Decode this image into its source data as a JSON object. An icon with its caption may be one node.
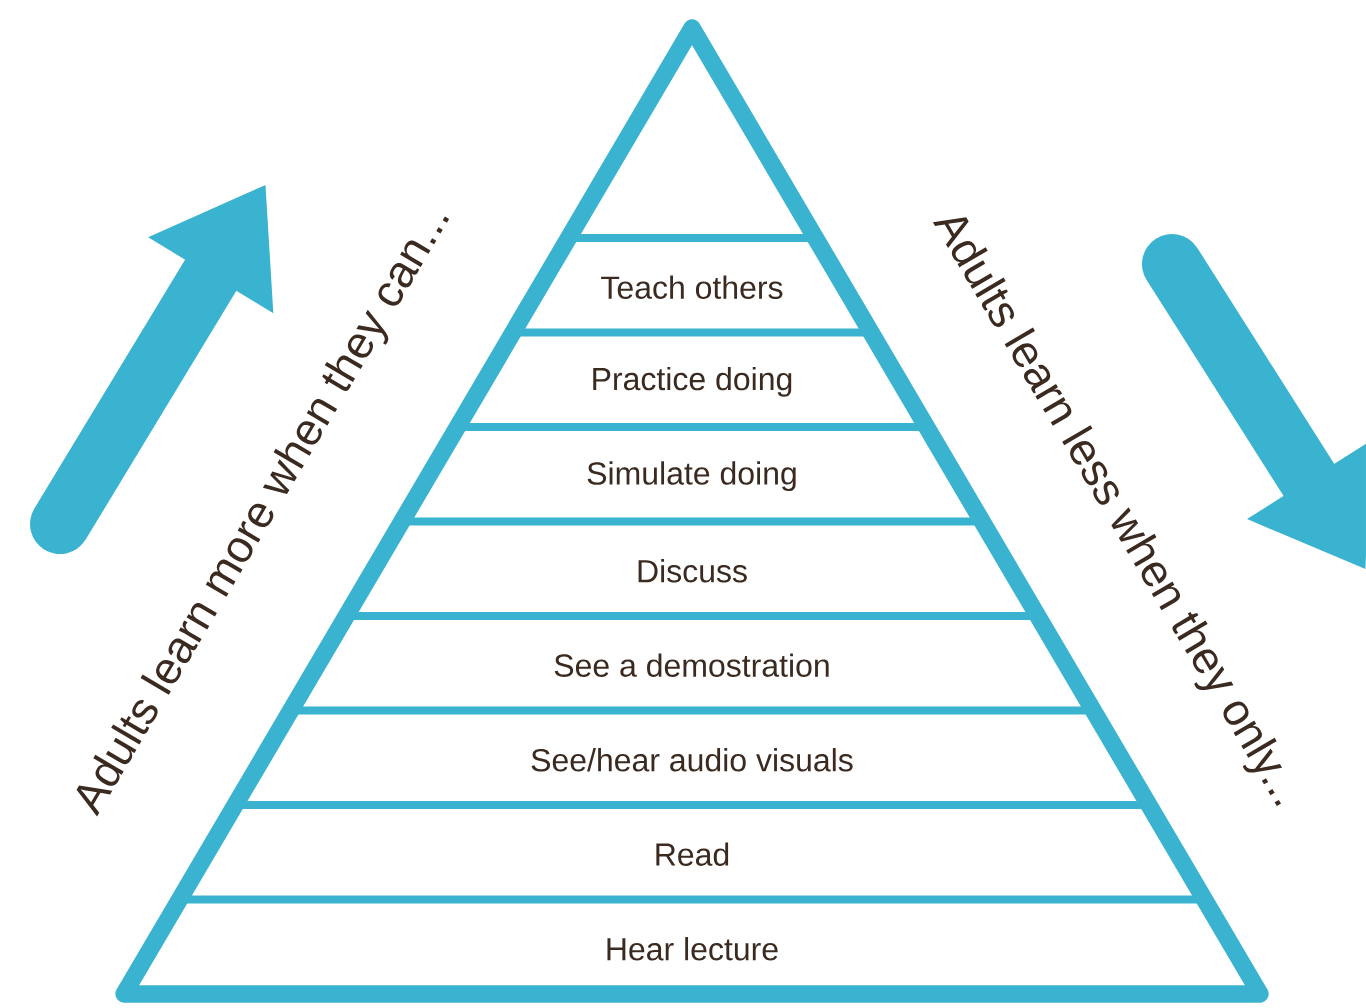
{
  "diagram": {
    "nodes": [
      {
        "text": [
          "Teach others"
        ]
      },
      {
        "text": [
          "Practice doing"
        ]
      },
      {
        "text": [
          "Simulate doing"
        ]
      },
      {
        "text": [
          "Discuss"
        ]
      },
      {
        "text": [
          "See a demostration"
        ]
      },
      {
        "text": [
          "See/hear audio visuals"
        ]
      },
      {
        "text": [
          "Read"
        ]
      },
      {
        "text": [
          "Hear lecture"
        ]
      }
    ],
    "labels": [
      "Adults learn more when they can...",
      "Adults learn less when they only..."
    ]
  }
}
